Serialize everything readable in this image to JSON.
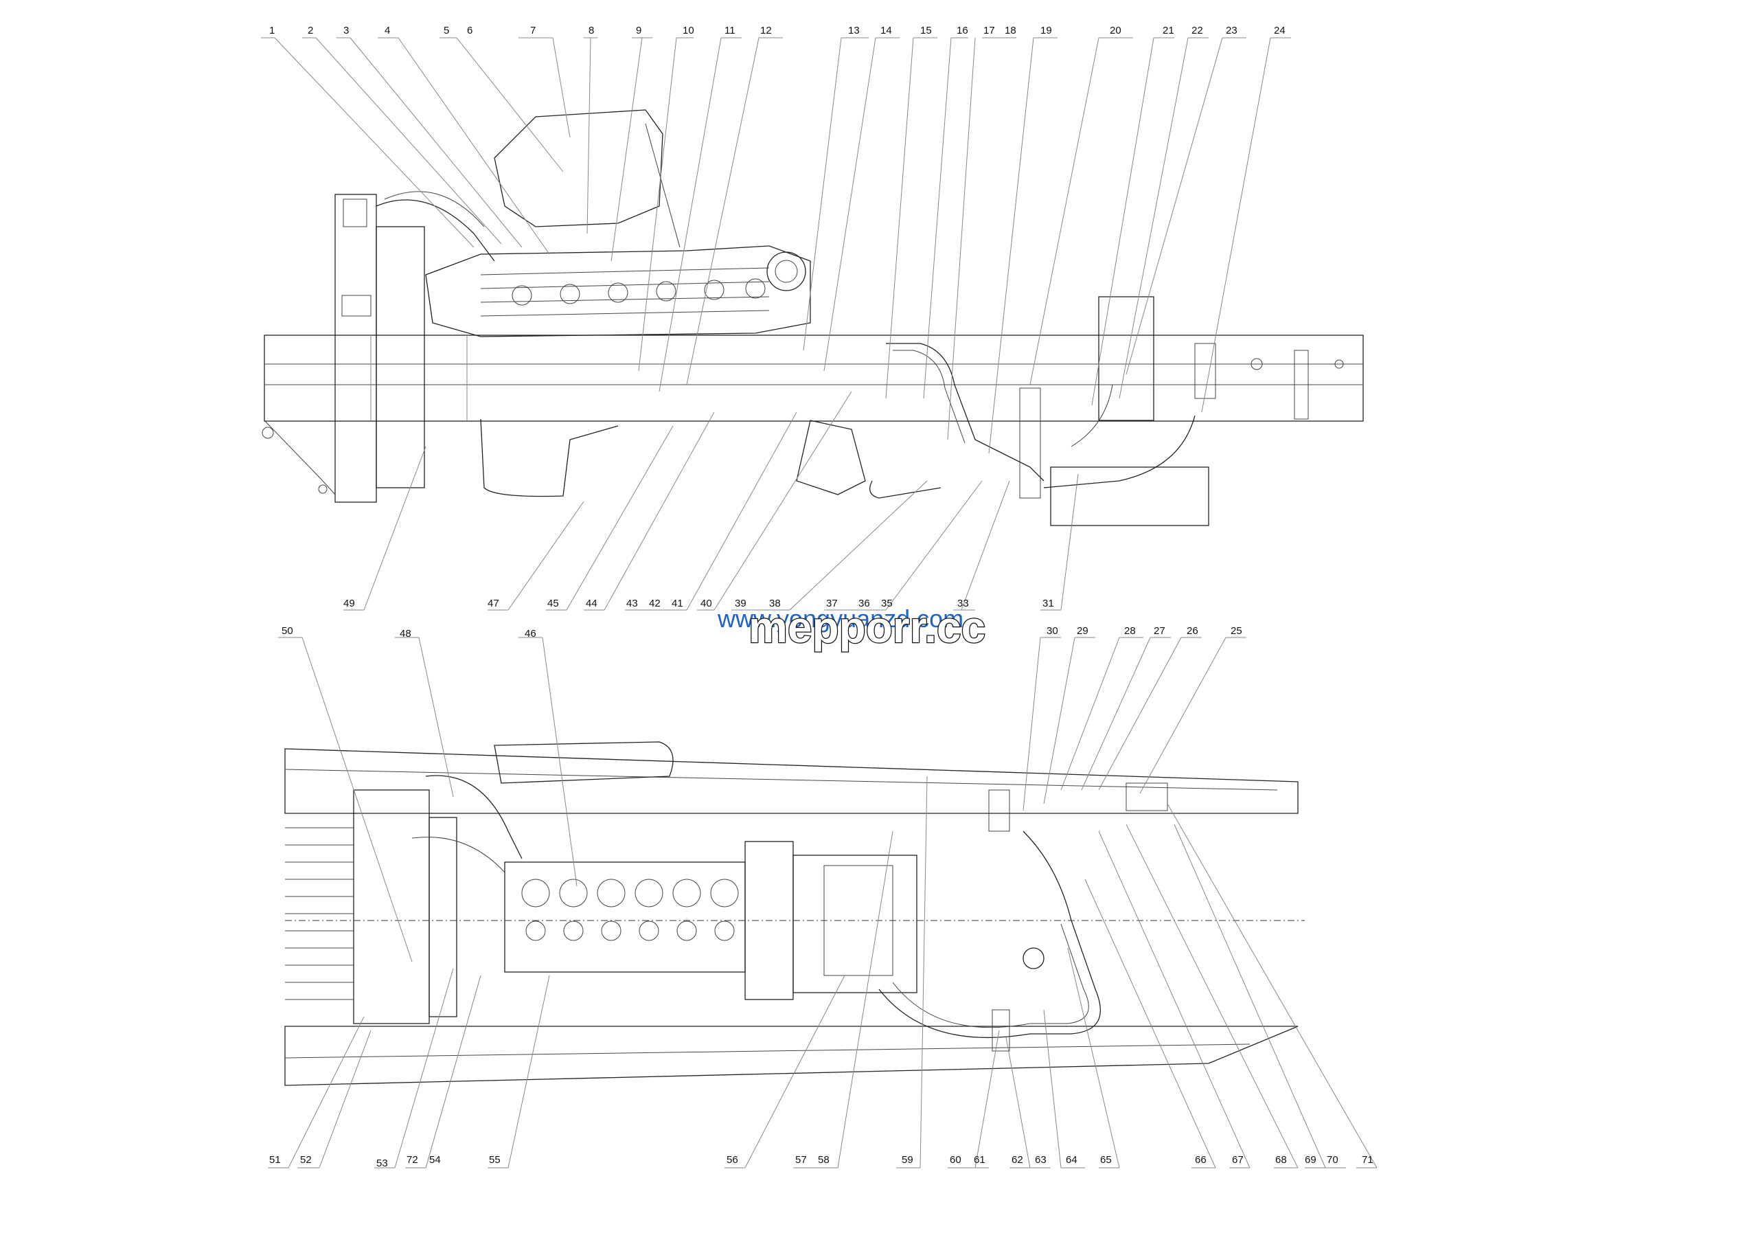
{
  "watermark": {
    "line1": "www.yongyuanzd.com",
    "line2": "mepporr.cc"
  },
  "top_view_callouts": [
    "1",
    "2",
    "3",
    "4",
    "5",
    "6",
    "7",
    "8",
    "9",
    "10",
    "11",
    "12",
    "13",
    "14",
    "15",
    "16",
    "17",
    "18",
    "19",
    "20",
    "21",
    "22",
    "23",
    "24"
  ],
  "top_view_bottom_callouts": [
    "49",
    "47",
    "45",
    "44",
    "43",
    "42",
    "41",
    "40",
    "39",
    "38",
    "37",
    "36",
    "35",
    "33",
    "31"
  ],
  "lower_view_top_callouts": [
    "50",
    "48",
    "46",
    "30",
    "29",
    "28",
    "27",
    "26",
    "25"
  ],
  "lower_view_bottom_callouts": [
    "51",
    "52",
    "53",
    "72",
    "54",
    "55",
    "56",
    "57",
    "58",
    "59",
    "60",
    "61",
    "62",
    "63",
    "64",
    "65",
    "66",
    "67",
    "68",
    "69",
    "70",
    "71"
  ]
}
